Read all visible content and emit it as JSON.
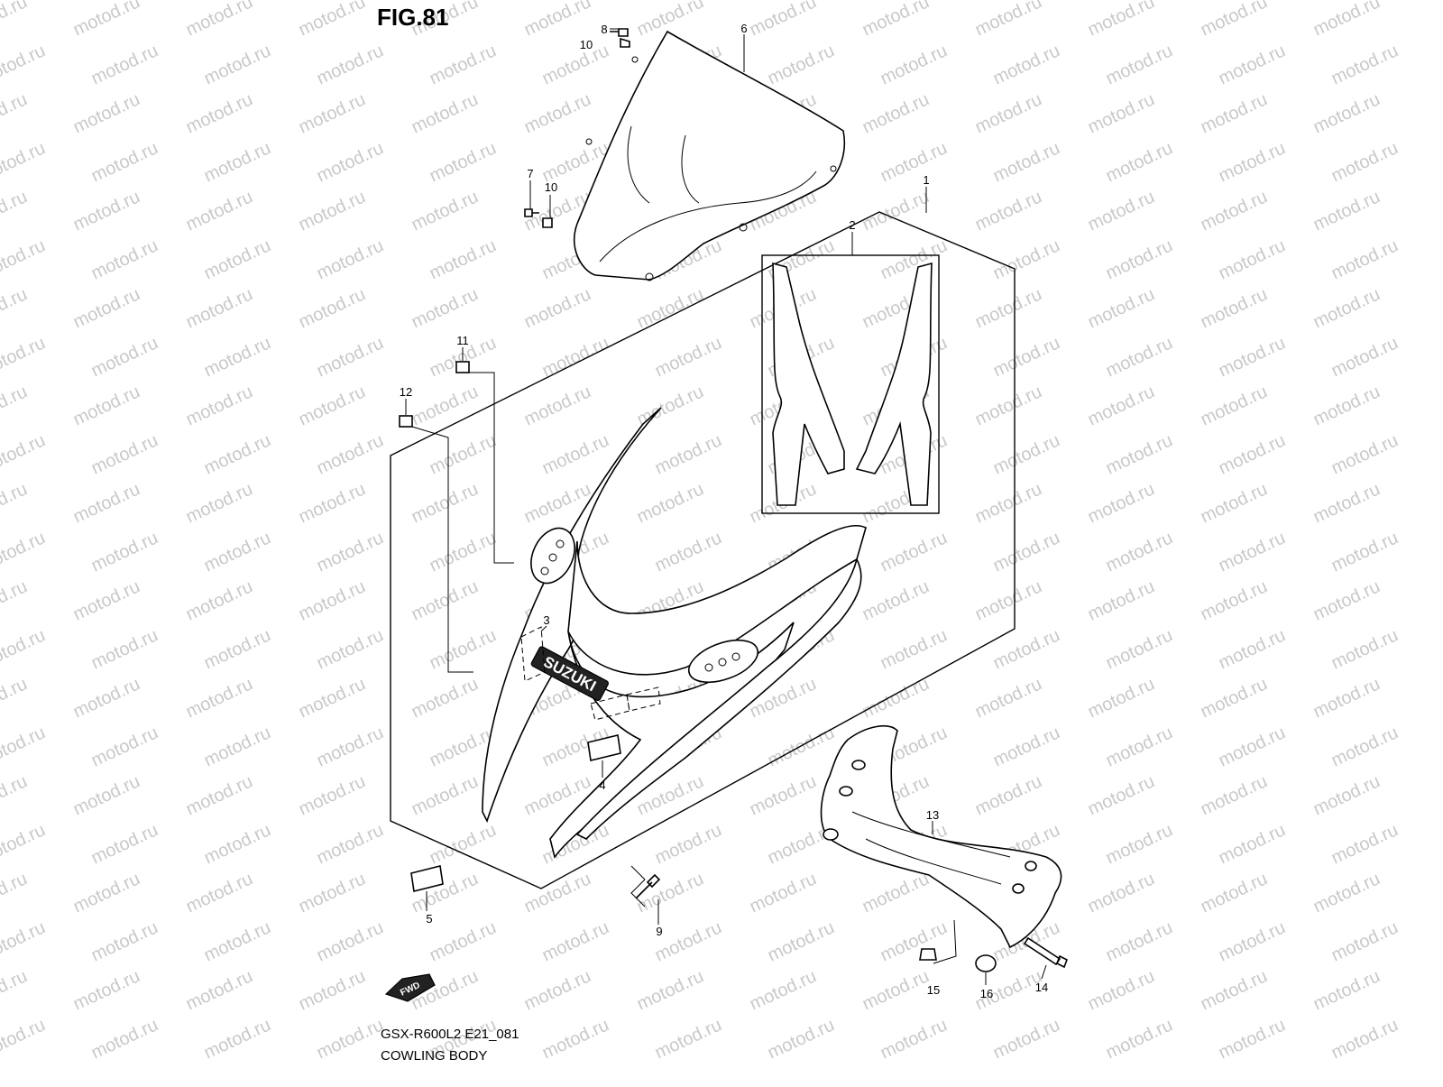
{
  "figure": {
    "title": "FIG.81",
    "code": "GSX-R600L2 E21_081",
    "name": "COWLING BODY"
  },
  "watermark": "motod.ru",
  "fwd_label": "FWD",
  "logo_text": "SUZUKI",
  "callouts": [
    "1",
    "2",
    "3",
    "4",
    "5",
    "6",
    "7",
    "8",
    "9",
    "10",
    "10",
    "11",
    "12",
    "13",
    "14",
    "15",
    "16"
  ]
}
